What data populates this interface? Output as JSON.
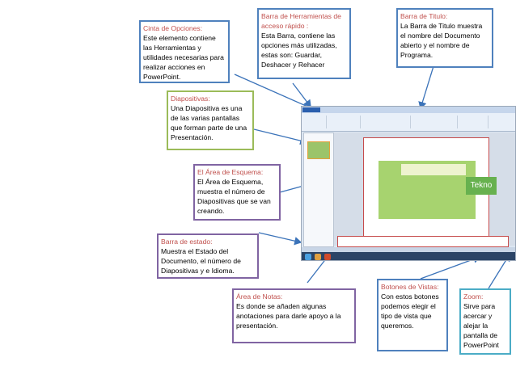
{
  "callouts": {
    "cinta": {
      "title": "Cinta de Opciones:",
      "text": "Este elemento contiene las Herramientas y utilidades necesarias para realizar acciones en PowerPoint.",
      "color": "#4f81bd"
    },
    "barra_acceso": {
      "title": "Barra de Herramientas de acceso rápido :",
      "text": "Esta Barra, contiene las opciones más utilizadas, estas son: Guardar, Deshacer y Rehacer",
      "color": "#4f81bd"
    },
    "barra_titulo": {
      "title": "Barra de Titulo:",
      "text": "La Barra de Titulo muestra el nombre del Documento abierto y el nombre de Programa.",
      "color": "#4f81bd"
    },
    "diapositivas": {
      "title": "Diapositivas:",
      "text": "Una Diapositiva es una de las varias pantallas que forman parte de una Presentación.",
      "color": "#9bbb59"
    },
    "esquema": {
      "title": "El Área de Esquema:",
      "text": "El Área de Esquema, muestra el número de Diapositivas que se van creando.",
      "color": "#8064a2"
    },
    "barra_estado": {
      "title": "Barra de estado:",
      "text": "Muestra el Estado del Documento, el número de Diapositivas y e Idioma.",
      "color": "#8064a2"
    },
    "notas": {
      "title": "Área de Notas:",
      "text": "Es donde se añaden algunas anotaciones para darle apoyo a la presentación.",
      "color": "#8064a2"
    },
    "botones_vistas": {
      "title": "Botones de Vistas:",
      "text": "Con estos botones podemos elegir el tipo de vista que queremos.",
      "color": "#4f81bd"
    },
    "zoom": {
      "title": "Zoom:",
      "text": "Sirve para acercar y alejar la pantalla de PowerPoint",
      "color": "#4bacc6"
    }
  },
  "screenshot": {
    "slide_label": "Tekno",
    "colors": {
      "slide_green": "#a7d36f",
      "tekno_green": "#67b14f",
      "ribbon": "#e9f0f9",
      "taskbar": "#2b4466"
    }
  }
}
